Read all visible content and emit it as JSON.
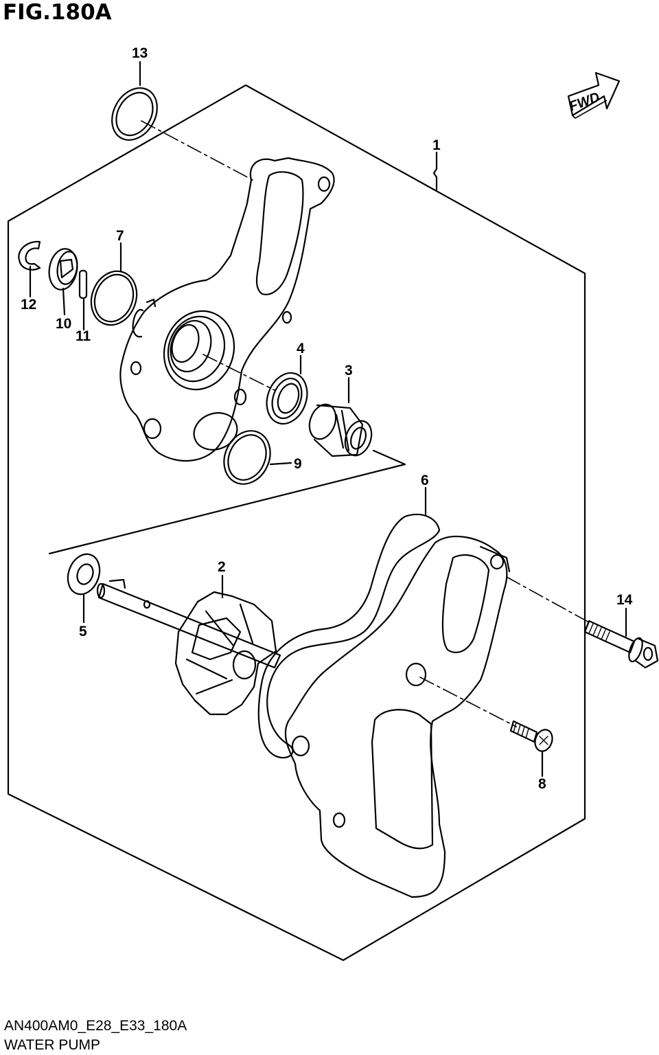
{
  "figure": {
    "title": "FIG.180A"
  },
  "footer": {
    "code": "AN400AM0_E28_E33_180A",
    "name": "WATER PUMP"
  },
  "direction_arrow": {
    "label": "FWD",
    "icon": "forward-arrow-icon"
  },
  "callouts": [
    "1",
    "2",
    "3",
    "4",
    "5",
    "6",
    "7",
    "8",
    "9",
    "10",
    "11",
    "12",
    "13",
    "14"
  ]
}
